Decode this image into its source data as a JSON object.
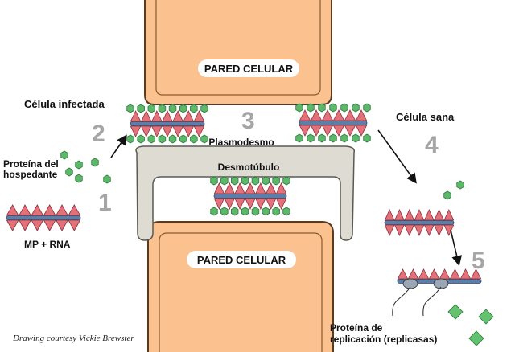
{
  "labels": {
    "pared_top": "PARED CELULAR",
    "pared_bottom": "PARED CELULAR",
    "celula_infectada": "Célula infectada",
    "celula_sana": "Célula sana",
    "plasmodesmo": "Plasmodesmo",
    "desmotubulo": "Desmotúbulo",
    "proteina_hospedante_1": "Proteína del",
    "proteina_hospedante_2": "hospedante",
    "mp_rna": "MP + RNA",
    "proteina_replicacion_1": "Proteína de",
    "proteina_replicacion_2": "replicación (replicasas)",
    "credit": "Drawing courtesy Vickie Brewster"
  },
  "steps": [
    "1",
    "2",
    "3",
    "4",
    "5"
  ],
  "colors": {
    "wall_fill": "#fbc28f",
    "wall_stroke": "#5a3a20",
    "desmo_fill": "#dedcd2",
    "desmo_stroke": "#5a5a52",
    "rna": "#5b7fa8",
    "triangle": "#e4707a",
    "hexagon": "#5cb86a",
    "diamond": "#63c26f",
    "step_number": "#a6a6a6"
  }
}
